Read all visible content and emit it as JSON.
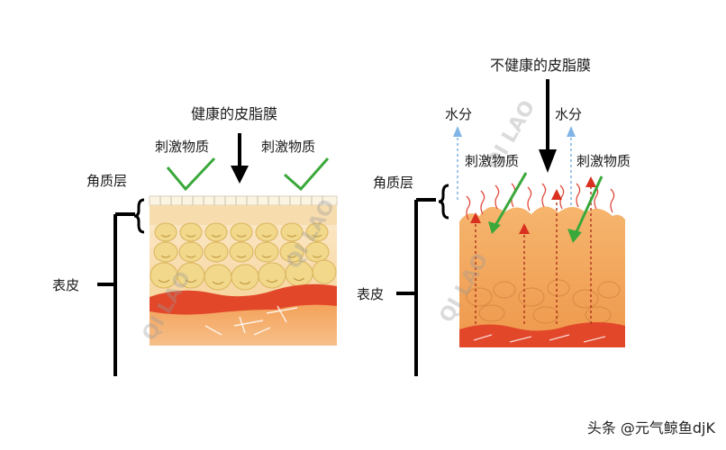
{
  "left": {
    "title": "健康的皮脂膜",
    "irritant_left": "刺激物质",
    "irritant_right": "刺激物质",
    "stratum_label": "角质层",
    "epidermis_label": "表皮"
  },
  "right": {
    "title": "不健康的皮脂膜",
    "water_left": "水分",
    "water_right": "水分",
    "irritant_left": "刺激物质",
    "irritant_right": "刺激物质",
    "stratum_label": "角质层",
    "epidermis_label": "表皮"
  },
  "watermark": "QI LAO",
  "footer": "头条 @元气鲸鱼djK",
  "colors": {
    "check_green": "#3aa83a",
    "skin_light": "#f6c38a",
    "skin_cells": "#f3df9a",
    "dermis_red": "#e2472a",
    "unhealthy_orange": "#f0a35a",
    "water_blue": "#7fb4e6",
    "red_marker": "#d9301f"
  }
}
